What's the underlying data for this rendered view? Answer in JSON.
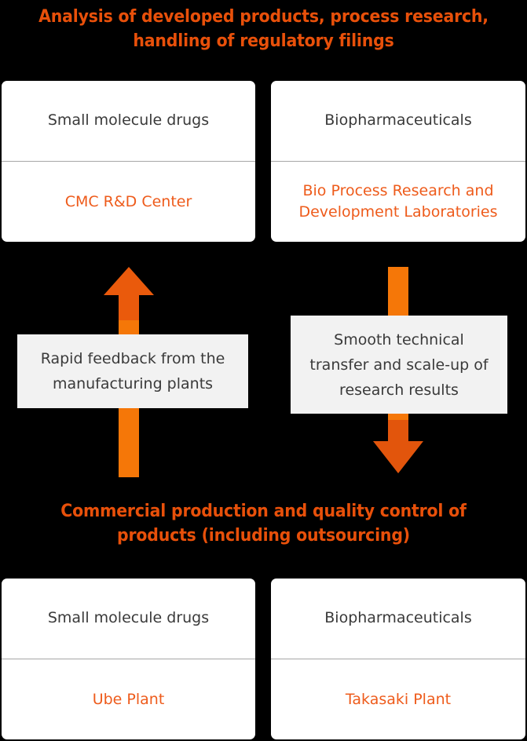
{
  "theme": {
    "background": "#000000",
    "heading_orange": "#E8500A",
    "card_orange": "#EE5B1B",
    "arrow_orange": "#EF7208",
    "arrow_head_orange": "#E2550C",
    "card_background": "#FFFFFF",
    "note_background": "#F2F2F2",
    "body_text": "#3A3A3A",
    "divider": "#A6A6A6"
  },
  "headings": {
    "top": "Analysis of developed products, process research,\nhandling of regulatory filings",
    "bottom": "Commercial production and quality control of\nproducts (including outsourcing)"
  },
  "cards": {
    "top_left": {
      "category": "Small molecule drugs",
      "facility": "CMC R&D Center"
    },
    "top_right": {
      "category": "Biopharmaceuticals",
      "facility": "Bio Process Research and Development Laboratories"
    },
    "bottom_left": {
      "category": "Small molecule drugs",
      "facility": "Ube Plant"
    },
    "bottom_right": {
      "category": "Biopharmaceuticals",
      "facility": "Takasaki Plant"
    }
  },
  "flows": {
    "left": {
      "direction": "up",
      "label": "Rapid feedback from the\nmanufacturing plants"
    },
    "right": {
      "direction": "down",
      "label": "Smooth technical\ntransfer and scale-up of\nresearch results"
    }
  }
}
